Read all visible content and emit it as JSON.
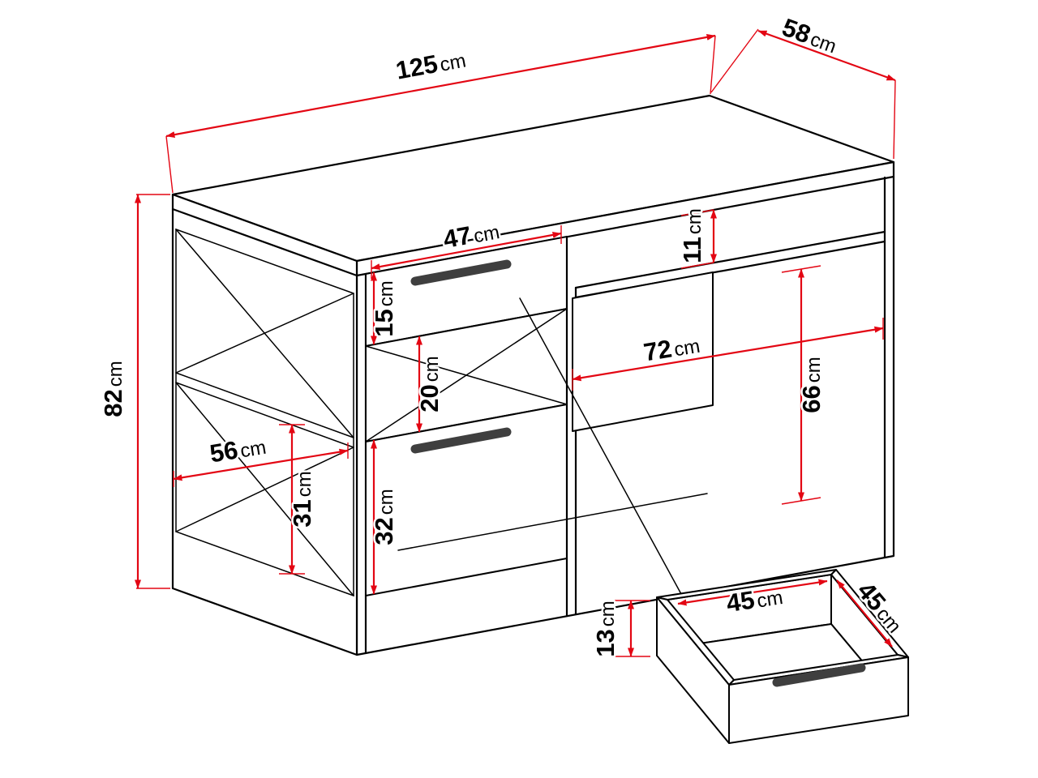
{
  "diagram": {
    "type": "furniture-dimension-drawing",
    "subject": "desk",
    "unit": "cm",
    "accent_color": "#e30613",
    "line_color": "#000000",
    "dimensions": {
      "width": {
        "value": "125",
        "unit": "cm"
      },
      "depth": {
        "value": "58",
        "unit": "cm"
      },
      "height": {
        "value": "82",
        "unit": "cm"
      },
      "drawer_width": {
        "value": "47",
        "unit": "cm"
      },
      "under_top_niche": {
        "value": "11",
        "unit": "cm"
      },
      "drawer_front_height": {
        "value": "15",
        "unit": "cm"
      },
      "front_niche_height": {
        "value": "20",
        "unit": "cm"
      },
      "knee_space_width": {
        "value": "72",
        "unit": "cm"
      },
      "knee_space_height": {
        "value": "66",
        "unit": "cm"
      },
      "side_niche_depth": {
        "value": "56",
        "unit": "cm"
      },
      "side_niche_height": {
        "value": "31",
        "unit": "cm"
      },
      "door_height": {
        "value": "32",
        "unit": "cm"
      },
      "drawer_inner_width": {
        "value": "45",
        "unit": "cm"
      },
      "drawer_inner_depth": {
        "value": "45",
        "unit": "cm"
      },
      "drawer_inner_height": {
        "value": "13",
        "unit": "cm"
      }
    }
  }
}
